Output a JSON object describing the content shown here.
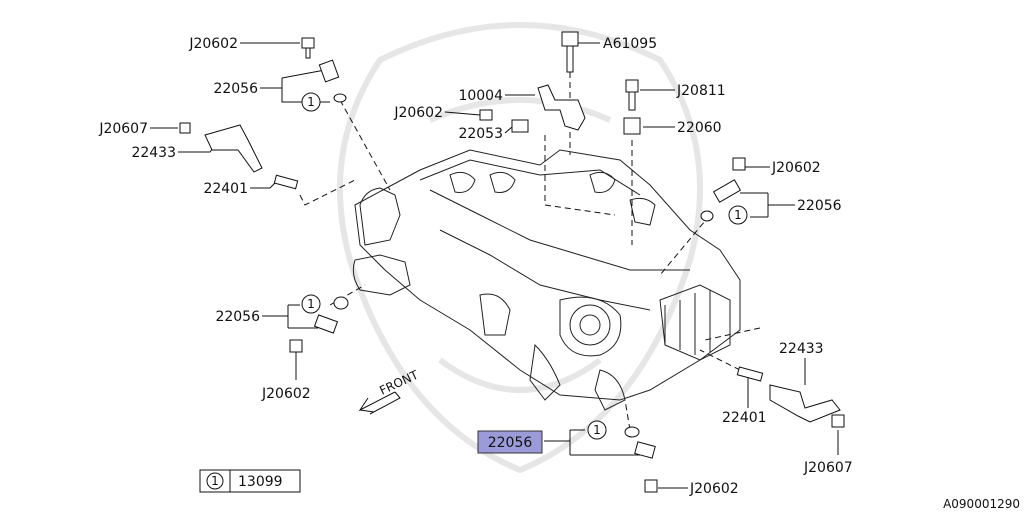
{
  "labels": {
    "l_j20602_tl": "J20602",
    "l_22056_tl": "22056",
    "l_j20607_l": "J20607",
    "l_22433_l": "22433",
    "l_22401_l": "22401",
    "l_a61095": "A61095",
    "l_10004": "10004",
    "l_j20602_mid": "J20602",
    "l_22053": "22053",
    "l_j20811": "J20811",
    "l_22060": "22060",
    "l_j20602_r": "J20602",
    "l_22056_r": "22056",
    "l_22056_ml": "22056",
    "l_j20602_bl": "J20602",
    "l_22433_r": "22433",
    "l_22401_r": "22401",
    "l_j20607_r": "J20607",
    "l_22056_hl": "22056",
    "l_j20602_b": "J20602",
    "front": "FRONT",
    "legend_num": "1",
    "legend_part": "13099",
    "diagram_code": "A090001290"
  },
  "circle_marker": "1",
  "highlight_color": "#9b9bd9"
}
